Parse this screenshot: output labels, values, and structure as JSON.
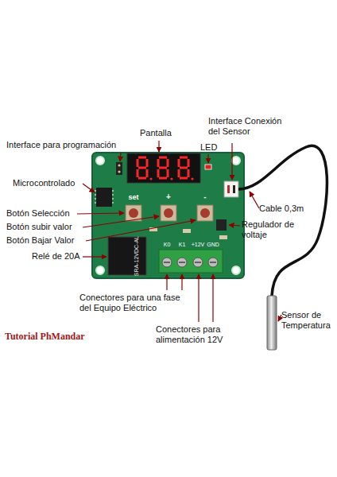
{
  "diagram": {
    "labels": [
      "Pantalla",
      "Interface para programación",
      "Interface Conexión del Sensor",
      "LED",
      "Microcontrolado",
      "Cable 0,3m",
      "Botón Selección",
      "Botón subir valor",
      "Botón Bajar Valor",
      "Relé de 20A",
      "Regulador de voltaje",
      "Conectores para una fase del Equipo Eléctrico",
      "Conectores para alimentación 12V",
      "Sensor de Temperatura",
      "Tutorial PhMandar",
      "set",
      "+",
      "-",
      "K0",
      "K1",
      "+12V",
      "GND",
      "SRA-12VDC-AL"
    ]
  }
}
